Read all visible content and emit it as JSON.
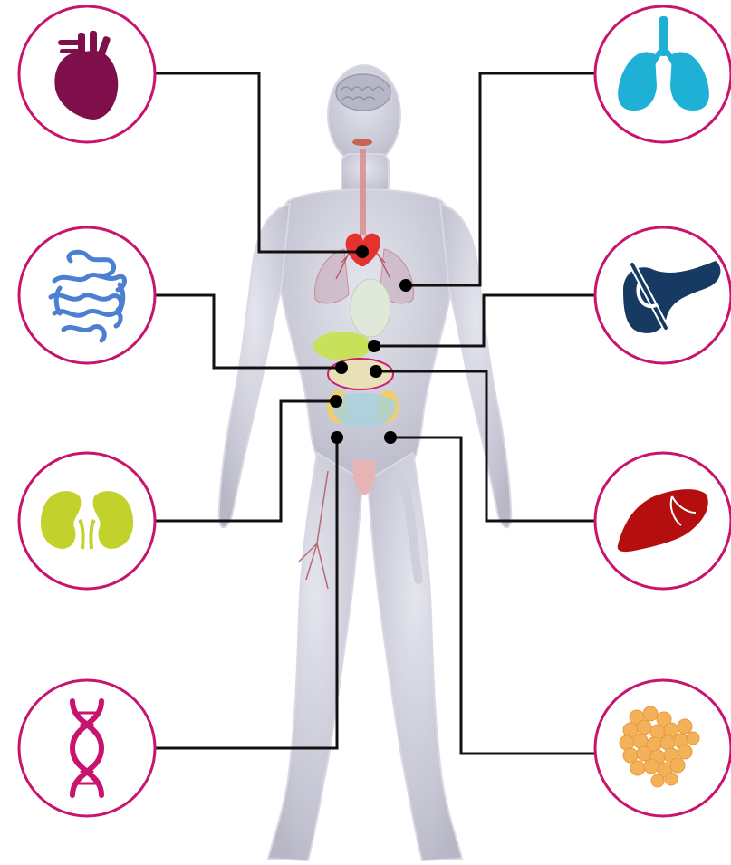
{
  "colors": {
    "ring": "#c8146e",
    "connector": "#111111",
    "body_fill": "#c9c9d6",
    "heart_icon": "#7e0f4a",
    "lungs_icon": "#1fb0d6",
    "intestine_icon": "#4a7fd1",
    "pancreas_icon": "#173a63",
    "kidney_icon": "#c3d12c",
    "liver_icon": "#b50e0e",
    "dna_icon": "#c8146e",
    "fat_icon": "#f3b25a"
  },
  "organ_icons": [
    {
      "id": "heart",
      "icon": "heart-icon",
      "side": "left"
    },
    {
      "id": "lungs",
      "icon": "lungs-icon",
      "side": "right"
    },
    {
      "id": "intestine",
      "icon": "intestine-icon",
      "side": "left"
    },
    {
      "id": "pancreas",
      "icon": "pancreas-icon",
      "side": "right"
    },
    {
      "id": "kidneys",
      "icon": "kidneys-icon",
      "side": "left"
    },
    {
      "id": "liver",
      "icon": "liver-icon",
      "side": "right"
    },
    {
      "id": "dna",
      "icon": "dna-icon",
      "side": "left"
    },
    {
      "id": "adipose",
      "icon": "fat-cells-icon",
      "side": "right"
    }
  ]
}
